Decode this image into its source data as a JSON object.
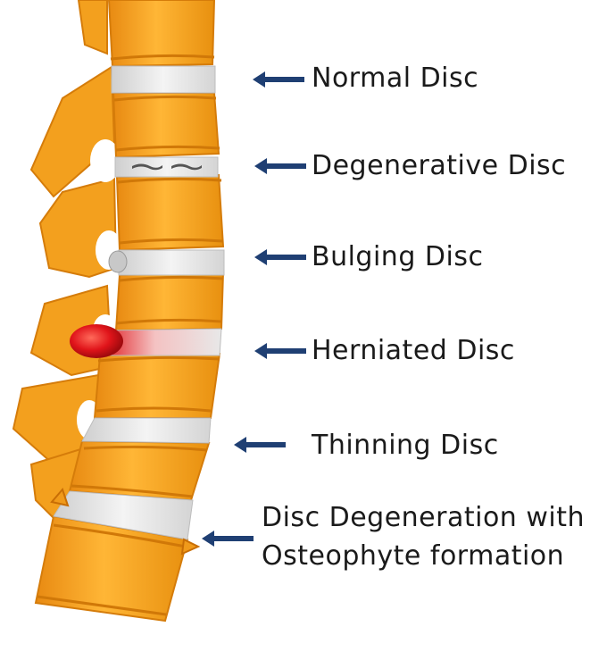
{
  "labels": {
    "normal": "Normal Disc",
    "degenerative": "Degenerative Disc",
    "bulging": "Bulging Disc",
    "herniated": "Herniated Disc",
    "thinning": "Thinning Disc",
    "osteophyte_line1": "Disc Degeneration with",
    "osteophyte_line2": "Osteophyte formation"
  },
  "colors": {
    "bone": "#F5A020",
    "bone_dark": "#D97E0C",
    "bone_light": "#FFC45A",
    "disc": "#E8E8E8",
    "hernia": "#E0141A",
    "arrow": "#1F3F73",
    "text": "#1a1a1a"
  }
}
